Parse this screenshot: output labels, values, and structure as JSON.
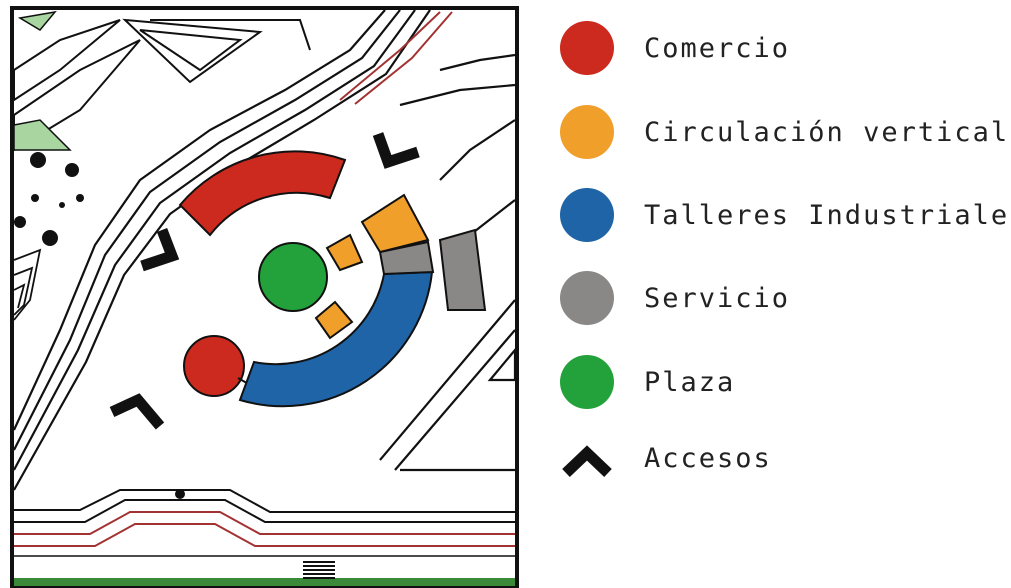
{
  "legend": [
    {
      "label": "Comercio",
      "color": "#cc2a1e",
      "icon": "red-circle"
    },
    {
      "label": "Circulación vertical",
      "color": "#f0a02a",
      "icon": "orange-circle"
    },
    {
      "label": "Talleres Industriales",
      "color": "#1f64a6",
      "icon": "blue-circle"
    },
    {
      "label": "Servicio",
      "color": "#8a8787",
      "icon": "gray-circle"
    },
    {
      "label": "Plaza",
      "color": "#23a23b",
      "icon": "green-circle"
    },
    {
      "label": "Accesos",
      "color": "#111111",
      "icon": "chevron-up-icon"
    }
  ],
  "colors": {
    "comercio": "#cc2a1e",
    "circulacion": "#f0a02a",
    "talleres": "#1f64a6",
    "servicio": "#8a8787",
    "plaza": "#23a23b",
    "accesos": "#111111",
    "road_red": "#a33333",
    "green_edge": "#3a8a3a",
    "green_triangle": "#a9d6a0"
  }
}
